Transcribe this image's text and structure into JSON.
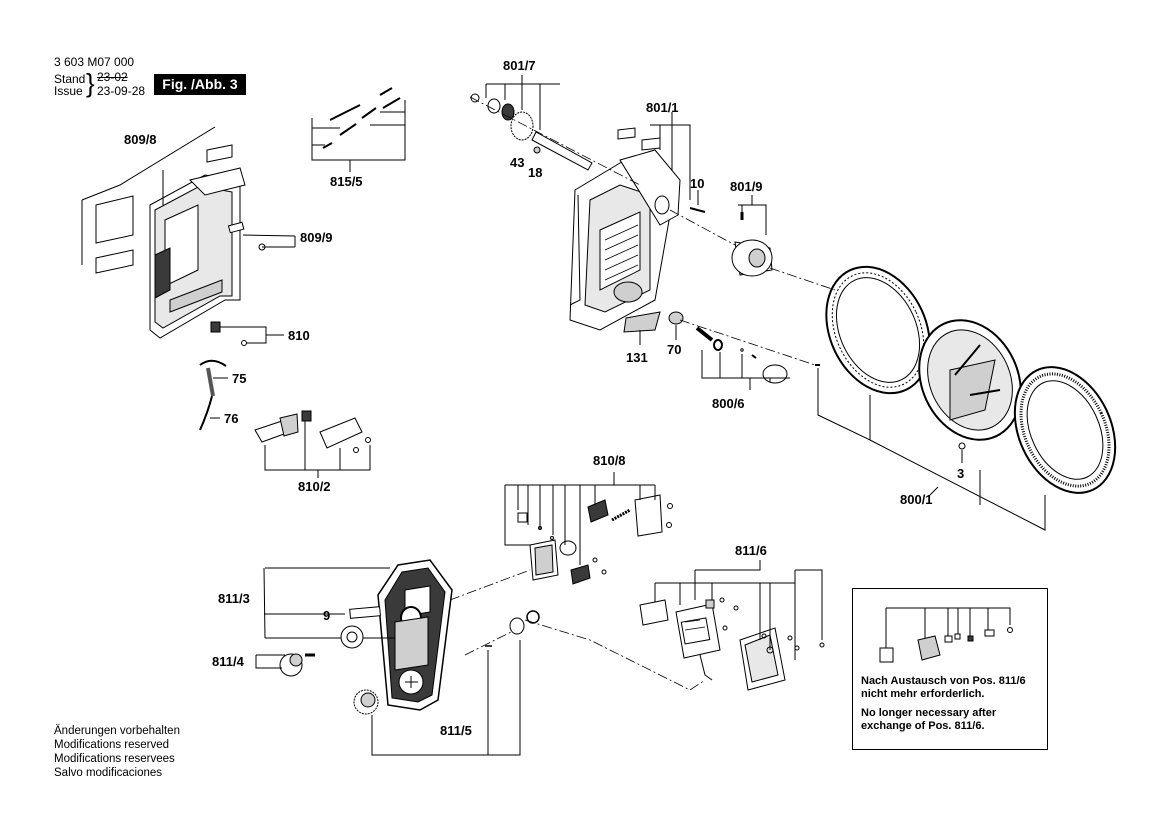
{
  "header": {
    "part_number": "3 603 M07 000",
    "stand_label": "Stand",
    "issue_label": "Issue",
    "stand_date": "23-02",
    "issue_date": "23-09-28",
    "figure_label": "Fig. /Abb. 3"
  },
  "footer": {
    "lines": [
      "Änderungen vorbehalten",
      "Modifications reserved",
      "Modifications reservees",
      "Salvo modificaciones"
    ]
  },
  "note_box": {
    "de": "Nach Austausch von Pos. 811/6 nicht mehr erforderlich.",
    "en": "No longer necessary after exchange of Pos. 811/6."
  },
  "callouts": {
    "c809_8": "809/8",
    "c815_5": "815/5",
    "c809_9": "809/9",
    "c810": "810",
    "c75": "75",
    "c76": "76",
    "c810_2": "810/2",
    "c801_7": "801/7",
    "c43": "43",
    "c18": "18",
    "c801_1": "801/1",
    "c10": "10",
    "c801_9": "801/9",
    "c131": "131",
    "c70": "70",
    "c800_6": "800/6",
    "c3": "3",
    "c800_1": "800/1",
    "c810_8": "810/8",
    "c811_6": "811/6",
    "c811_3": "811/3",
    "c9": "9",
    "c811_4": "811/4",
    "c811_5": "811/5"
  },
  "colors": {
    "line": "#000000",
    "part_fill": "#ffffff",
    "part_shade": "#cfcfcf",
    "dark": "#3a3a3a"
  }
}
